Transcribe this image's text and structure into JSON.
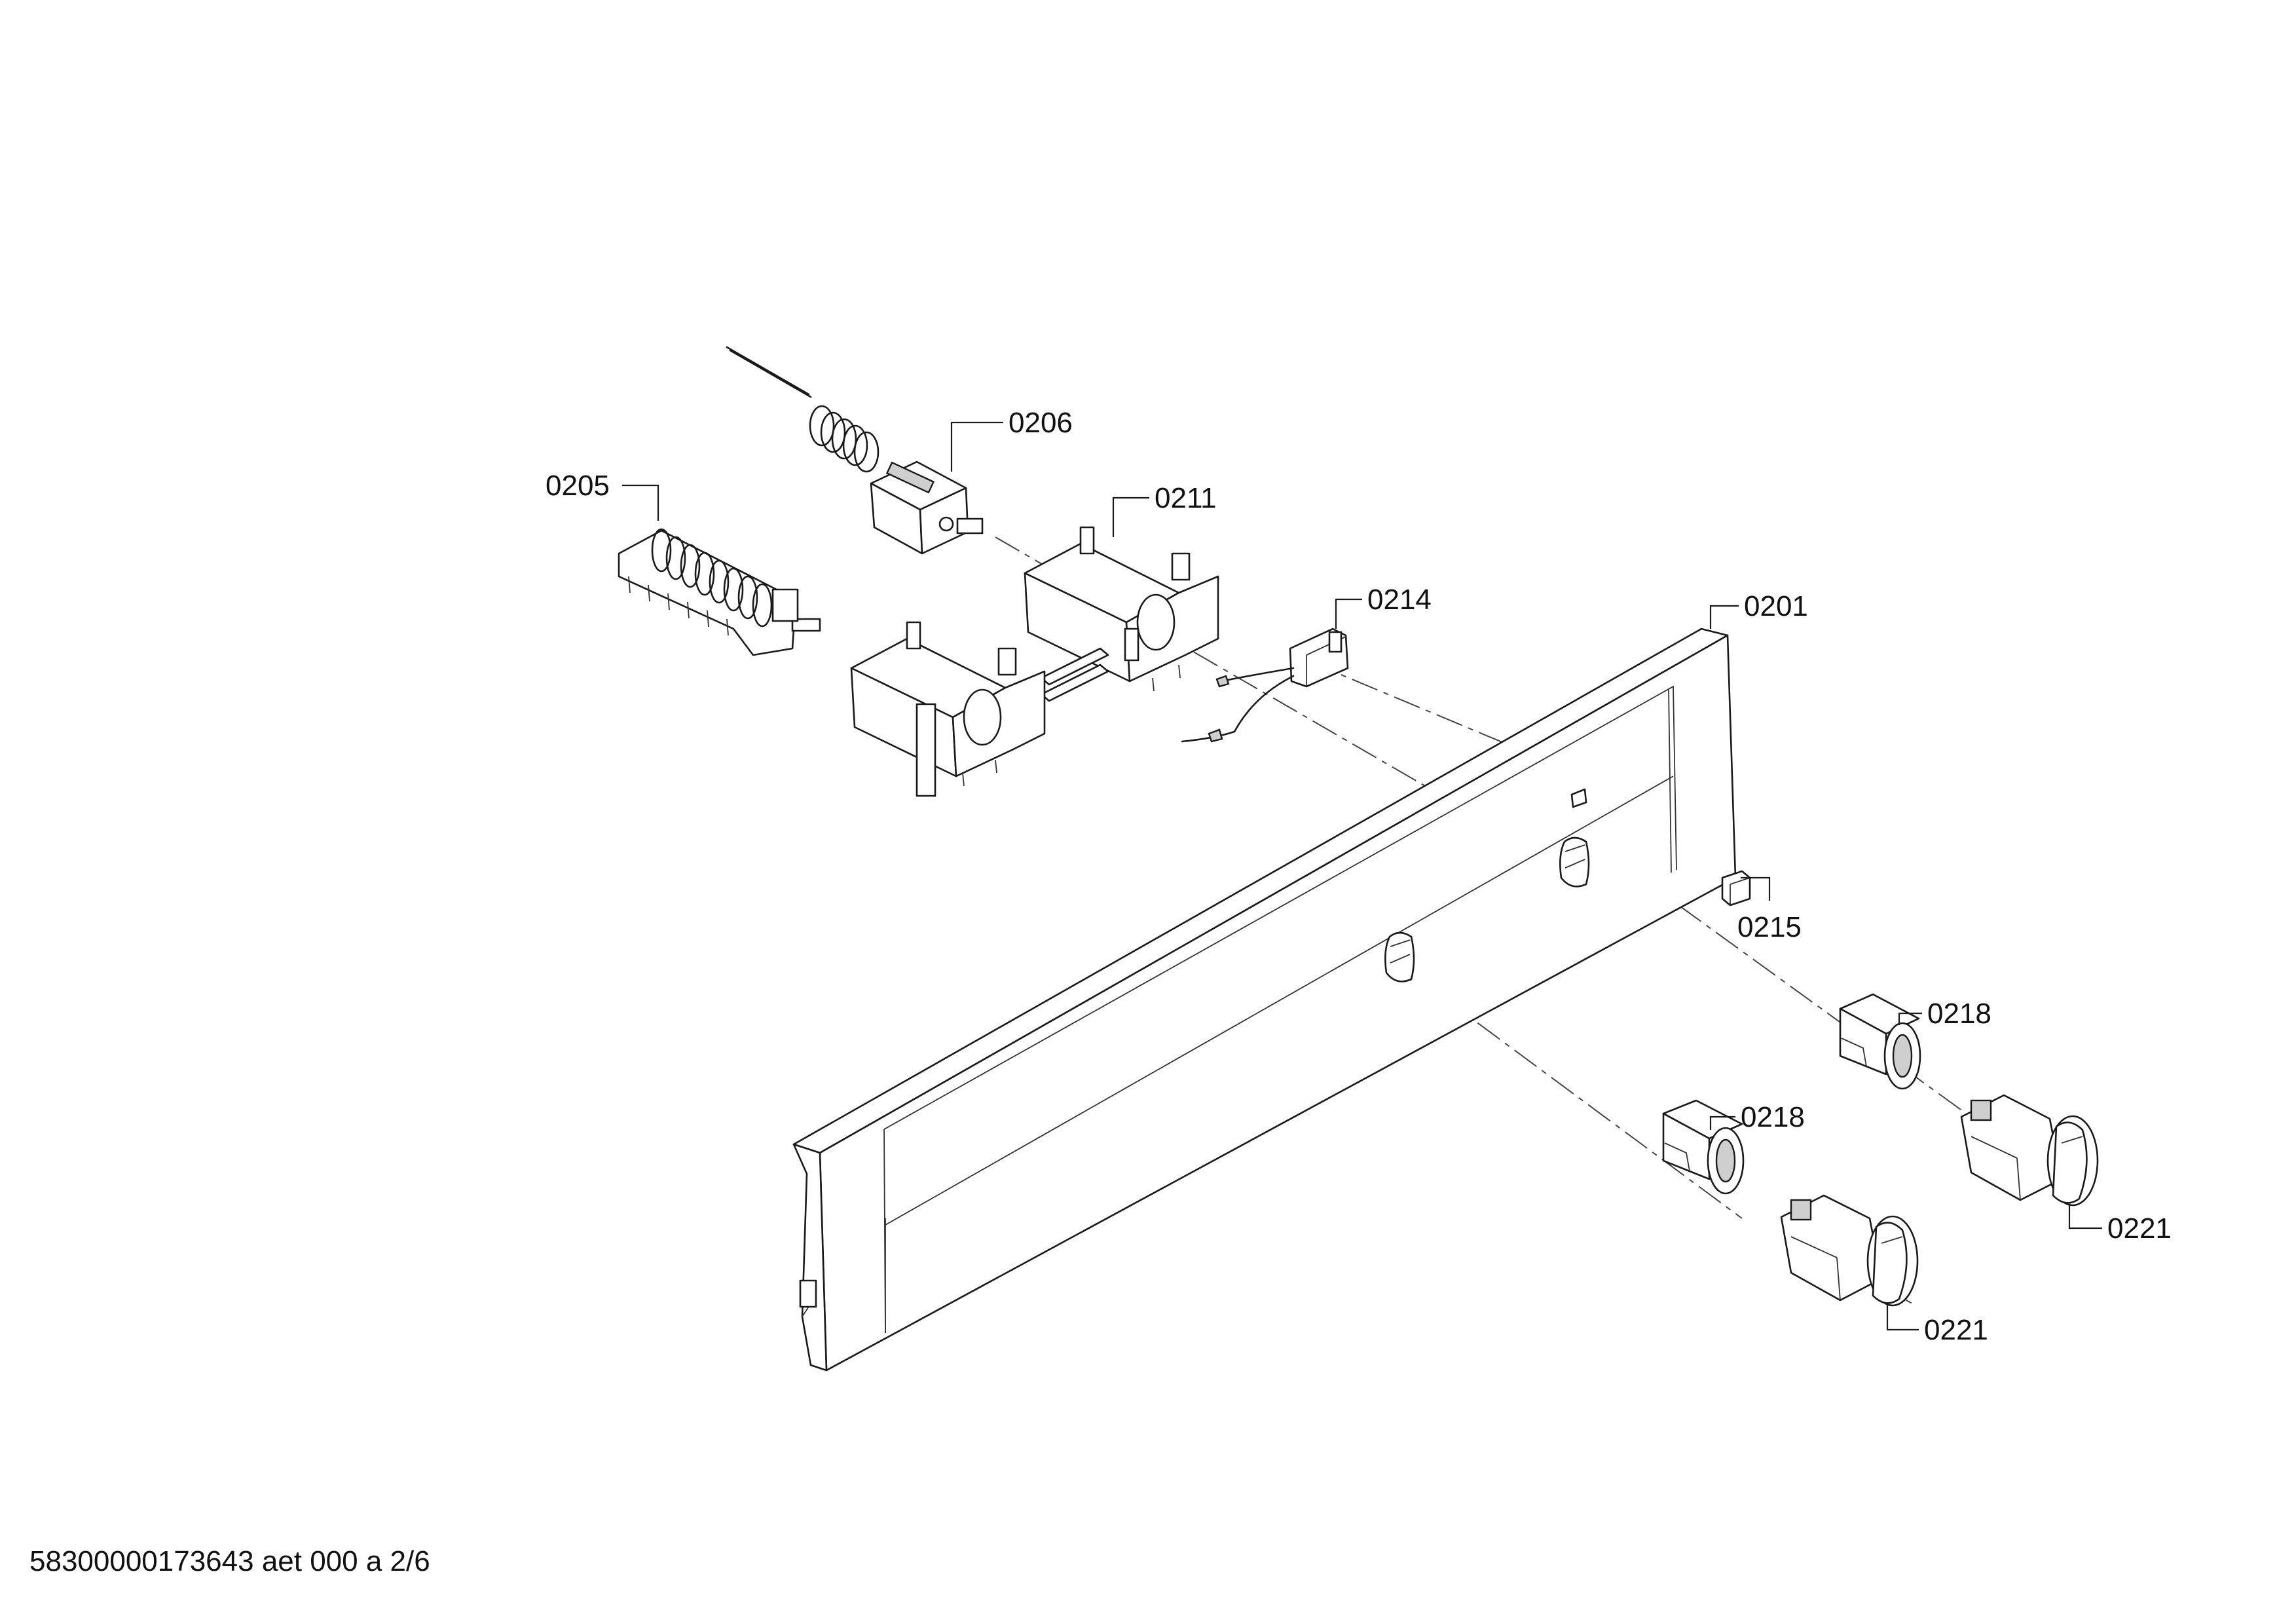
{
  "parts": {
    "p0201": "0201",
    "p0205": "0205",
    "p0206": "0206",
    "p0211": "0211",
    "p0214": "0214",
    "p0215": "0215",
    "p0218a": "0218",
    "p0218b": "0218",
    "p0221a": "0221",
    "p0221b": "0221"
  },
  "footer": {
    "document_id": "58300000173643 aet 000 a 2/6"
  }
}
